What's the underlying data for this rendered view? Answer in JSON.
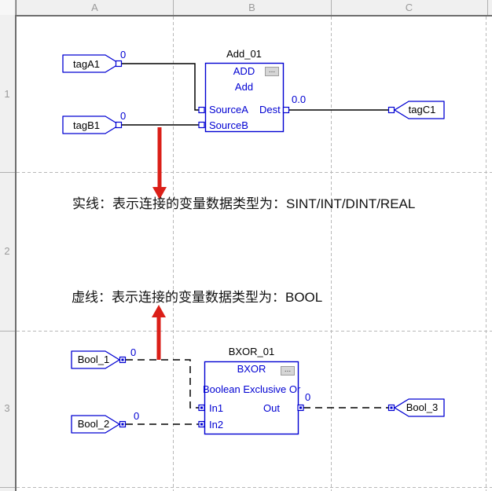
{
  "colors": {
    "block_blue": "#0000d2",
    "wire_black": "#000000",
    "arrow_red": "#db1f18",
    "grid_dash_gray": "#b8b8b8",
    "header_bg": "#f0f0f0",
    "header_text": "#9a9a9a"
  },
  "sheet": {
    "column_headers": [
      "A",
      "B",
      "C"
    ],
    "row_headers": [
      "1",
      "2",
      "3"
    ]
  },
  "row1": {
    "tag_a": {
      "name": "tagA1",
      "value": "0"
    },
    "tag_b": {
      "name": "tagB1",
      "value": "0"
    },
    "tag_c": {
      "name": "tagC1"
    },
    "add_block": {
      "instance": "Add_01",
      "type": "ADD",
      "description": "Add",
      "ellipsis": "...",
      "pin_source_a": "SourceA",
      "pin_source_b": "SourceB",
      "pin_dest": "Dest",
      "dest_value": "0.0"
    }
  },
  "annotations": {
    "solid": "实线：表示连接的变量数据类型为：SINT/INT/DINT/REAL",
    "dashed": "虚线：表示连接的变量数据类型为：BOOL"
  },
  "row3": {
    "bool1": {
      "name": "Bool_1",
      "value": "0"
    },
    "bool2": {
      "name": "Bool_2",
      "value": "0"
    },
    "bool3": {
      "name": "Bool_3"
    },
    "bxor_block": {
      "instance": "BXOR_01",
      "type": "BXOR",
      "description": "Boolean Exclusive Or",
      "ellipsis": "...",
      "pin_in1": "In1",
      "pin_in2": "In2",
      "pin_out": "Out",
      "out_value": "0"
    }
  }
}
